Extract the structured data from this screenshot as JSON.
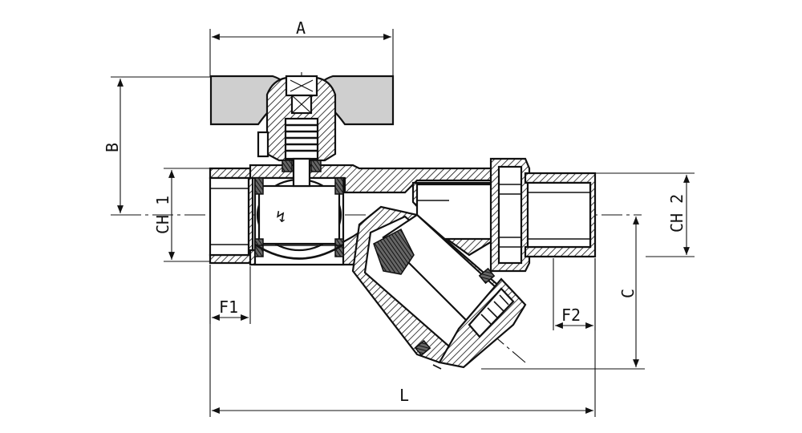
{
  "dimensions": {
    "A": "A",
    "B": "B",
    "C": "C",
    "L": "L",
    "F1": "F1",
    "F2": "F2",
    "CH1": "CH 1",
    "CH2": "CH 2"
  }
}
